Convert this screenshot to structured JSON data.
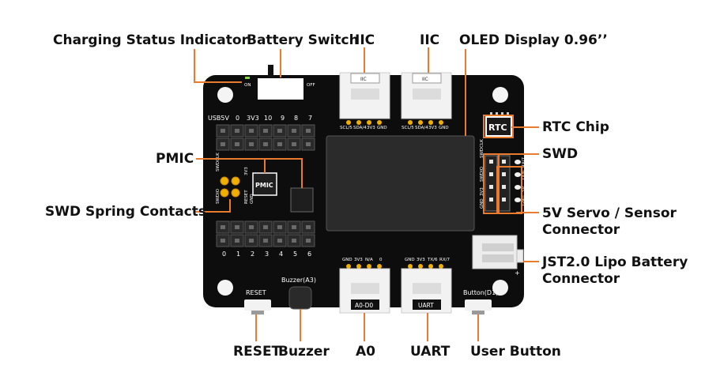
{
  "callouts": {
    "charging_status": "Charging Status Indicator",
    "battery_switch": "Battery Switch",
    "iic_left": "IIC",
    "iic_right": "IIC",
    "oled": "OLED Display 0.96’’",
    "rtc_chip": "RTC Chip",
    "pmic": "PMIC",
    "swd": "SWD",
    "swd_spring": "SWD Spring Contacts",
    "servo": "5V Servo / Sensor\nConnector",
    "jst": "JST2.0 Lipo Battery\nConnector",
    "reset": "RESET",
    "buzzer": "Buzzer",
    "a0": "A0",
    "uart": "UART",
    "user_button": "User Button"
  },
  "silkscreen": {
    "on": "ON",
    "off": "OFF",
    "top_header": [
      "USB5V",
      "0",
      "3V3",
      "10",
      "9",
      "8",
      "7"
    ],
    "bottom_header": [
      "0",
      "1",
      "2",
      "3",
      "4",
      "5",
      "6"
    ],
    "iic_box": "IIC",
    "iic_pins": [
      "SCL/5",
      "SDA/4",
      "3V3",
      "GND"
    ],
    "a0_pins": [
      "GND",
      "3V3",
      "N/A",
      "0"
    ],
    "a0_box": "A0-D0",
    "uart_pins": [
      "GND",
      "3V3",
      "TX/6",
      "RX/7"
    ],
    "uart_box": "UART",
    "rtc": "RTC",
    "pmic": "PMIC",
    "reset": "RESET",
    "buzzer": "Buzzer(A3)",
    "button": "Button(D1)",
    "swd_left_top": [
      "SWDCLK",
      "3V3"
    ],
    "swd_left_bottom": [
      "SWDIO",
      "RESET",
      "GND"
    ],
    "swd_right_a": [
      "SWDCLK",
      "SWDIO",
      "3V3",
      "GND"
    ],
    "swd_right_b": [
      "RX/7",
      "TX/6",
      "5V",
      "GND"
    ],
    "plus": "+"
  },
  "colors": {
    "board": "#0d0d0d",
    "leader": "#e87b2d",
    "text": "#111111",
    "gold": "#f0b000",
    "connector": "#f2f2f2"
  }
}
